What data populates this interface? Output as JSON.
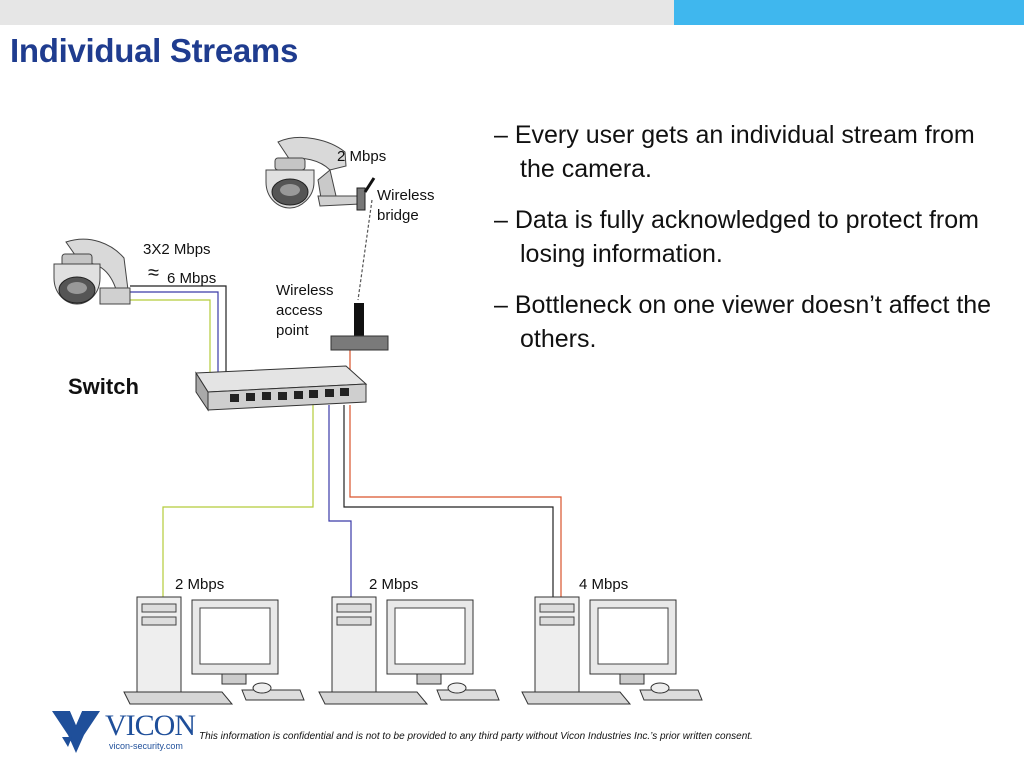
{
  "slide": {
    "title": "Individual Streams",
    "bullets": [
      "– Every user gets an individual stream from the camera.",
      "– Data is fully acknowledged to protect from losing information.",
      "– Bottleneck on one viewer doesn’t affect the others."
    ]
  },
  "diagram": {
    "camera_top_rate": "2 Mbps",
    "bridge_label": [
      "Wireless",
      "bridge"
    ],
    "camera_left_rate": "3X2 Mbps",
    "approx_symbol": "≈",
    "camera_left_total": "6 Mbps",
    "access_point_label": [
      "Wireless",
      "access",
      "point"
    ],
    "switch_label": "Switch",
    "pc_rates": [
      "2 Mbps",
      "2 Mbps",
      "4 Mbps"
    ]
  },
  "footer": {
    "logo_text": "VICON",
    "logo_url": "vicon-security.com",
    "disclaimer": "This information is confidential and is not to be provided to any third party without Vicon Industries Inc.’s  prior written consent."
  },
  "colors": {
    "title": "#1f3c8f",
    "accent_bar": "#3fb7ee",
    "gray_bar": "#e6e6e6",
    "cable_yellow": "#b5cc3a",
    "cable_blue": "#3a3aa8",
    "cable_black": "#222222",
    "cable_red": "#d9532c"
  }
}
